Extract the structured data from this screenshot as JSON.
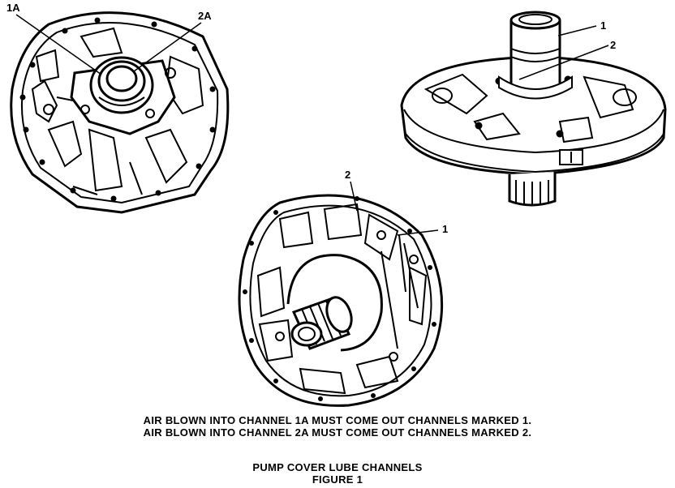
{
  "callouts": {
    "left_1a": "1A",
    "left_2a": "2A",
    "right_1": "1",
    "right_2": "2",
    "bottom_2": "2",
    "bottom_1": "1"
  },
  "notes": {
    "line1": "AIR BLOWN INTO CHANNEL 1A MUST COME OUT CHANNELS MARKED 1.",
    "line2": "AIR BLOWN INTO CHANNEL 2A MUST COME OUT CHANNELS MARKED 2."
  },
  "caption": {
    "title": "PUMP COVER LUBE CHANNELS",
    "figure": "FIGURE 1"
  }
}
